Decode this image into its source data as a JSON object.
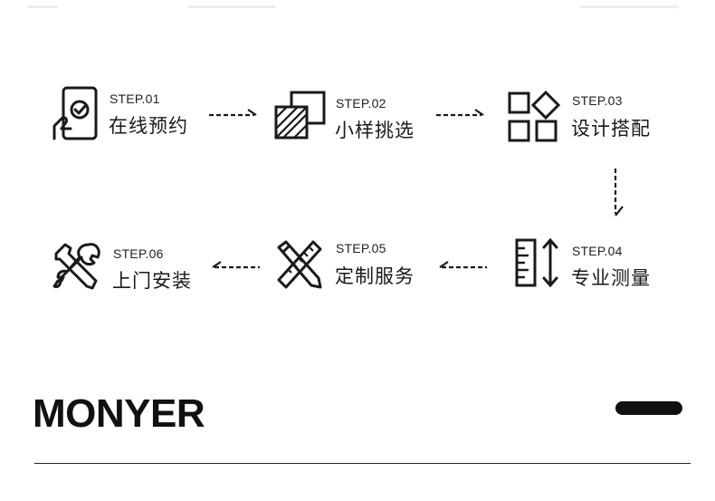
{
  "steps": [
    {
      "num": "STEP.01",
      "title": "在线预约",
      "icon": "phone-check-icon"
    },
    {
      "num": "STEP.02",
      "title": "小样挑选",
      "icon": "fabric-swatch-icon"
    },
    {
      "num": "STEP.03",
      "title": "设计搭配",
      "icon": "shapes-grid-icon"
    },
    {
      "num": "STEP.04",
      "title": "专业测量",
      "icon": "ruler-measure-icon"
    },
    {
      "num": "STEP.05",
      "title": "定制服务",
      "icon": "pencil-ruler-icon"
    },
    {
      "num": "STEP.06",
      "title": "上门安装",
      "icon": "tools-icon"
    }
  ],
  "brand": "MONYER",
  "colors": {
    "ink": "#1a1a1a",
    "background": "#ffffff"
  }
}
